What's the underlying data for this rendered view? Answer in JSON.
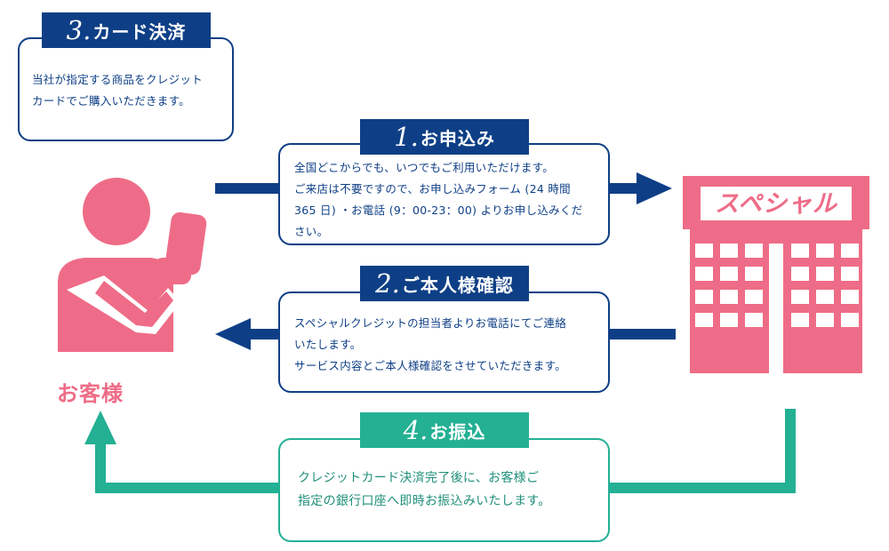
{
  "colors": {
    "navy": "#0e3f86",
    "teal": "#23b093",
    "pink": "#ee6c87"
  },
  "steps": [
    {
      "number": "1.",
      "title": "お申込み",
      "lines": [
        "全国どこからでも、いつでもご利用いただけます。",
        "ご来店は不要ですので、お申し込みフォーム (24 時間",
        "365 日) ・お電話 (9：00-23：00) よりお申し込みくだ",
        "さい。"
      ]
    },
    {
      "number": "2.",
      "title": "ご本人様確認",
      "lines": [
        "スペシャルクレジットの担当者よりお電話にてご連絡",
        "いたします。",
        "サービス内容とご本人様確認をさせていただきます。"
      ]
    },
    {
      "number": "3.",
      "title": "カード決済",
      "lines": [
        "当社が指定する商品をクレジット",
        "カードでご購入いただきます。"
      ]
    },
    {
      "number": "4.",
      "title": "お振込",
      "lines": [
        "クレジットカード決済完了後に、お客様ご",
        "指定の銀行口座へ即時お振込みいたします。"
      ]
    }
  ],
  "customer": {
    "label": "お客様",
    "icon": "person-holding-phone-icon"
  },
  "store": {
    "sign": "スペシャル",
    "icon": "store-building-icon"
  }
}
